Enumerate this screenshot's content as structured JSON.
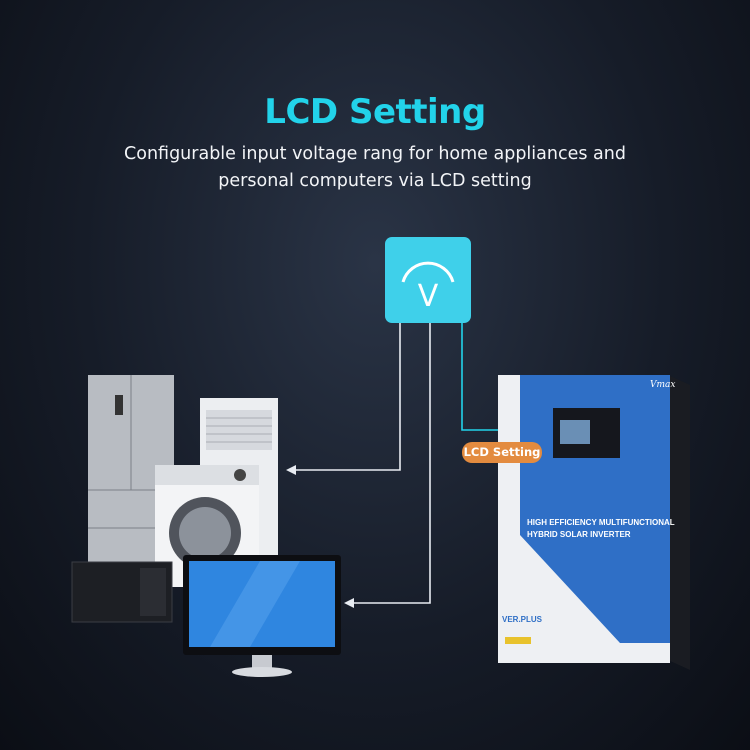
{
  "header": {
    "title": "LCD Setting",
    "subtitle_line1": "Configurable input voltage rang for home appliances and",
    "subtitle_line2": "personal computers via LCD setting"
  },
  "diagram": {
    "voltage_icon": "V",
    "lcd_label": "LCD Setting"
  },
  "inverter": {
    "heading_line1": "HIGH EFFICIENCY MULTIFUNCTIONAL",
    "heading_line2": "HYBRID SOLAR INVERTER",
    "model": "VER.PLUS"
  },
  "colors": {
    "accent": "#22d3ea",
    "tag": "#e38b3f",
    "inverter_blue": "#2f6fc6"
  }
}
